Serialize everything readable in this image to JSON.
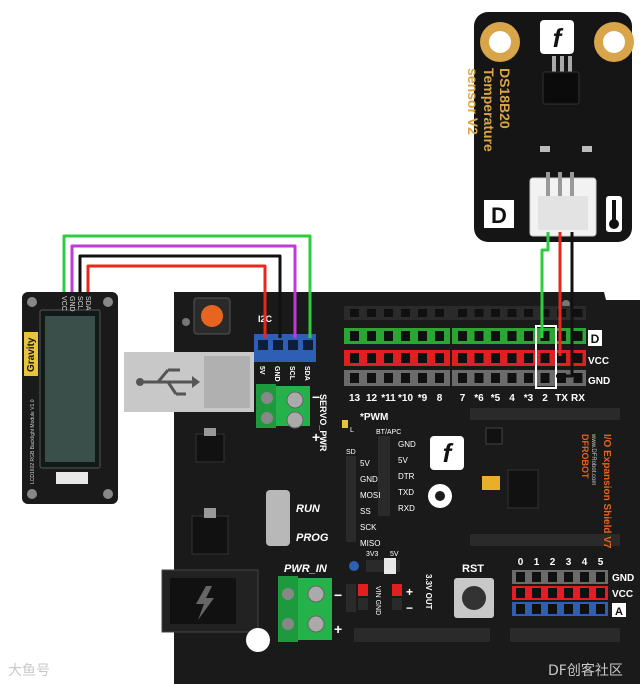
{
  "sensor": {
    "title_line1": "DS18B20",
    "title_line2": "Temperature",
    "title_line3": "sensor V2",
    "port_label": "D"
  },
  "lcd": {
    "brand": "Gravity",
    "model": "LCD1602 RGB Backlight Module V1.0",
    "pins": [
      "VCC",
      "GND",
      "SCL",
      "SDA"
    ]
  },
  "shield": {
    "i2c_label": "I2C",
    "i2c_pins": [
      "5V",
      "GND",
      "SCL",
      "SDA"
    ],
    "servo_pwr": "SERVO_PWR",
    "plus": "+",
    "minus": "−",
    "digital_numbers": [
      "13",
      "12",
      "*11",
      "*10",
      "*9",
      "8",
      "7",
      "*6",
      "*5",
      "4",
      "*3",
      "2",
      "TX",
      "RX"
    ],
    "digital_port_label": "D",
    "row_vcc": "VCC",
    "row_gnd": "GND",
    "pwm_label": "*PWM",
    "l_label": "L",
    "bt_apc": "BT/APC",
    "bt_pins": [
      "GND",
      "5V",
      "DTR",
      "TXD",
      "RXD"
    ],
    "sd_label": "SD",
    "sd_pins": [
      "5V",
      "GND",
      "MOSI",
      "SS",
      "SCK",
      "MISO"
    ],
    "run": "RUN",
    "prog": "PROG",
    "pwr_in": "PWR_IN",
    "v3v3": "3V3",
    "v5": "5V",
    "vin_gnd": "VIN GND",
    "out_3v3": "3.3V OUT",
    "rst": "RST",
    "analog_numbers": [
      "0",
      "1",
      "2",
      "3",
      "4",
      "5"
    ],
    "analog_gnd": "GND",
    "analog_vcc": "VCC",
    "analog_port_label": "A",
    "side_brand": "DFROBOT",
    "side_url": "www.DFRobot.com",
    "side_title": "I/O Expansion Shield V7"
  },
  "watermarks": {
    "left": "大鱼号",
    "right": "DF创客社区"
  },
  "colors": {
    "board": "#1a1a1a",
    "wire_green": "#2ecc40",
    "wire_red": "#e8281e",
    "wire_black": "#111111",
    "wire_magenta": "#c03ad8",
    "header_blue": "#2d5fb4",
    "header_red": "#e02020",
    "header_green": "#2aa632",
    "header_gray": "#6b6b6b",
    "gold": "#d8a54a",
    "terminal_green": "#25b24a",
    "highlight": "#ffffff"
  }
}
